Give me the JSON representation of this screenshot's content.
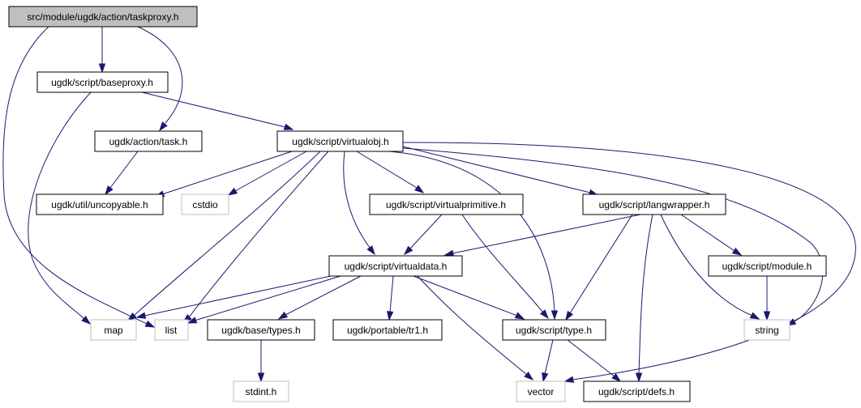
{
  "colors": {
    "edge": "#191970",
    "main_fill": "#bfbfbf",
    "external_border": "#bfbfbf"
  },
  "nodes": {
    "taskproxy": "src/module/ugdk/action/taskproxy.h",
    "baseproxy": "ugdk/script/baseproxy.h",
    "task": "ugdk/action/task.h",
    "virtualobj": "ugdk/script/virtualobj.h",
    "uncopyable": "ugdk/util/uncopyable.h",
    "cstdio": "cstdio",
    "virtualprimitive": "ugdk/script/virtualprimitive.h",
    "langwrapper": "ugdk/script/langwrapper.h",
    "virtualdata": "ugdk/script/virtualdata.h",
    "module": "ugdk/script/module.h",
    "map": "map",
    "list": "list",
    "types": "ugdk/base/types.h",
    "tr1": "ugdk/portable/tr1.h",
    "type": "ugdk/script/type.h",
    "string": "string",
    "stdint": "stdint.h",
    "vector": "vector",
    "defs": "ugdk/script/defs.h"
  }
}
